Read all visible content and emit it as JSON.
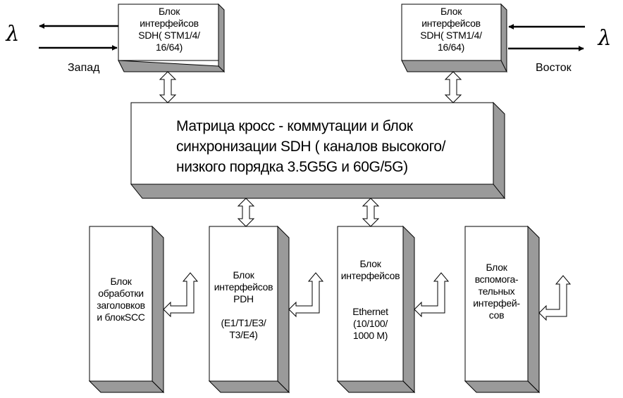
{
  "diagram": {
    "blocks": {
      "sdh_west": "Блок\nинтерфейсов\nSDH( STM1/4/\n16/64)",
      "sdh_east": "Блок\nинтерфейсов\nSDH( STM1/4/\n16/64)",
      "matrix": "Матрица кросс - коммутации и блок\n   синхронизации SDH (  каналов высокого/\n  низкого порядка 3.5G5G  и 60G/5G)",
      "header": "Блок\nобработки\nзаголовков\nи блокSCC",
      "pdh": "Блок\nинтерфейсов\nPDH\n\n(E1/T1/E3/\nT3/E4)",
      "ethernet": "Блок\nинтерфейсов\n\n\nEthernet\n(10/100/\n1000  M)",
      "aux": "Блок\nвспомога-\nтельных\nинтерфей-\nсов"
    },
    "directions": {
      "west": "Запад",
      "east": "Восток"
    },
    "lambda_left": "λ",
    "lambda_right": "λ"
  }
}
